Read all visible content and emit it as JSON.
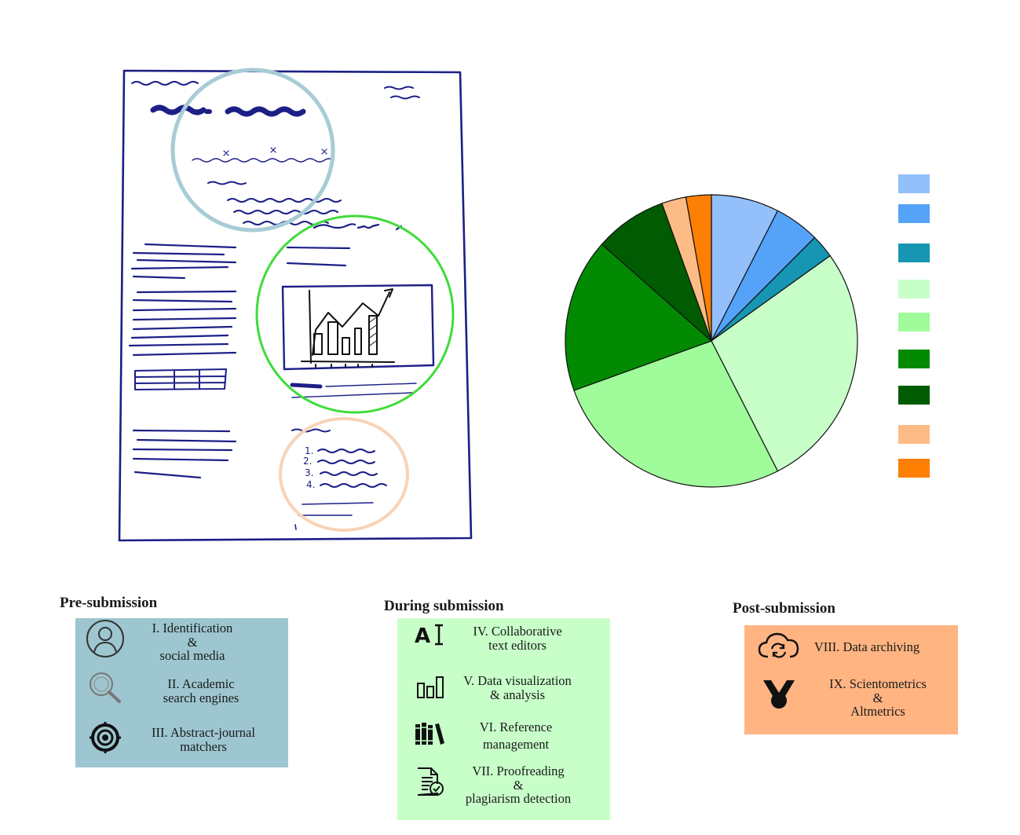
{
  "chart_data": {
    "type": "pie",
    "title": "",
    "slices": [
      {
        "value": 7.5,
        "color": "#93c0fb"
      },
      {
        "value": 5.0,
        "color": "#55a2f9"
      },
      {
        "value": 2.6,
        "color": "#1696b2"
      },
      {
        "value": 27.4,
        "color": "#c8ffc9"
      },
      {
        "value": 27.0,
        "color": "#a0fb9a"
      },
      {
        "value": 17.0,
        "color": "#028a02"
      },
      {
        "value": 8.0,
        "color": "#015b02"
      },
      {
        "value": 2.7,
        "color": "#fdbc85"
      },
      {
        "value": 2.8,
        "color": "#fd7f04"
      }
    ],
    "legend": {
      "position": "right",
      "labels": [
        "",
        "",
        "",
        "",
        "",
        "",
        "",
        "",
        ""
      ]
    }
  },
  "sections": {
    "pre": {
      "title": "Pre-submission",
      "color": "#9dc6d0",
      "items": [
        {
          "label_lines": [
            "I. Identification",
            "&",
            "social media"
          ],
          "icon": "user-circle-icon"
        },
        {
          "label_lines": [
            "II.    Academic",
            "search engines"
          ],
          "icon": "magnifier-icon"
        },
        {
          "label_lines": [
            "III.  Abstract-journal",
            "matchers"
          ],
          "icon": "target-icon"
        }
      ]
    },
    "during": {
      "title": "During submission",
      "color": "#c8ffc9",
      "items": [
        {
          "label_lines": [
            "IV. Collaborative",
            "text editors"
          ],
          "icon": "text-cursor-icon"
        },
        {
          "label_lines": [
            "V. Data visualization",
            "& analysis"
          ],
          "icon": "bar-chart-icon"
        },
        {
          "label_lines": [
            "VI.    Reference",
            "management"
          ],
          "icon": "books-icon"
        },
        {
          "label_lines": [
            "VII. Proofreading",
            "&",
            "plagiarism detection"
          ],
          "icon": "document-check-icon"
        }
      ]
    },
    "post": {
      "title": "Post-submission",
      "color": "#ffb482",
      "items": [
        {
          "label_lines": [
            "VIII. Data archiving"
          ],
          "icon": "cloud-sync-icon"
        },
        {
          "label_lines": [
            "IX.  Scientometrics",
            "&",
            "Altmetrics"
          ],
          "icon": "medal-icon"
        }
      ]
    }
  }
}
